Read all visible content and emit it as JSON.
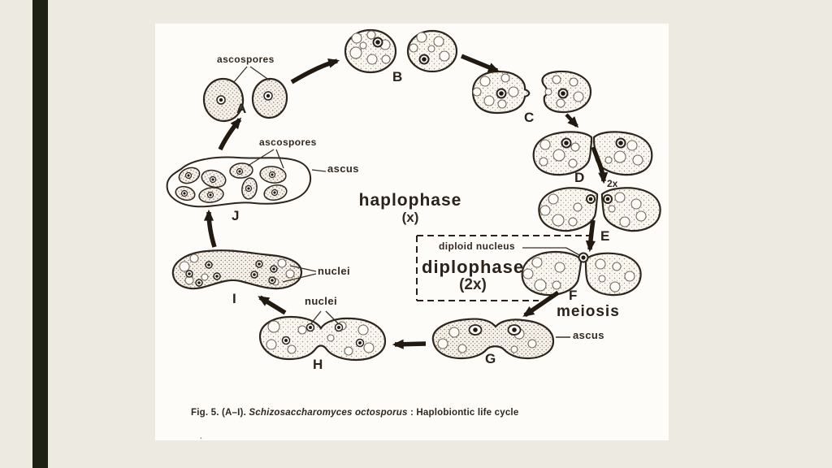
{
  "slide": {
    "background_color": "#edeae1",
    "accent_bar_color": "#1d2113",
    "panel_color": "#fdfcf9"
  },
  "diagram": {
    "stages": {
      "a": "A",
      "b": "B",
      "c": "C",
      "d": "D",
      "e": "E",
      "f": "F",
      "g": "G",
      "h": "H",
      "i": "I",
      "j": "J"
    },
    "zones": {
      "haplophase": "haplophase",
      "haplophase_ploidy": "(x)",
      "diplophase": "diplophase",
      "diplophase_ploidy": "(2x)",
      "meiosis": "meiosis",
      "ploidy_transition": "2x"
    },
    "labels": {
      "ascospores_a": "ascospores",
      "ascospores_j": "ascospores",
      "ascus_j": "ascus",
      "ascus_g": "ascus",
      "nuclei_i": "nuclei",
      "nuclei_h": "nuclei",
      "diploid_nucleus": "diploid nucleus"
    },
    "caption": {
      "prefix": "Fig. 5. (A–I).",
      "species": "Schizosaccharomyces octosporus",
      "suffix": ": Haplobiontic life cycle",
      "stray_mark": "."
    }
  }
}
